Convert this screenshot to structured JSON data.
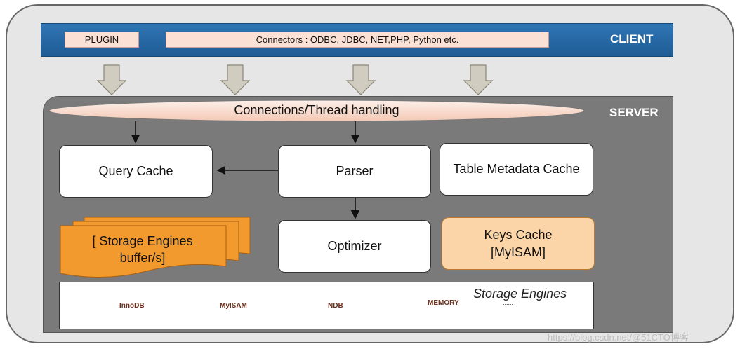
{
  "client": {
    "label": "CLIENT",
    "plugin": "PLUGIN",
    "connectors": "Connectors : ODBC, JDBC, NET,PHP, Python etc."
  },
  "server": {
    "label": "SERVER",
    "connections": "Connections/Thread handling",
    "query_cache": "Query Cache",
    "parser": "Parser",
    "table_metadata_cache": "Table Metadata Cache",
    "storage_buffer": "[ Storage Engines buffer/s]",
    "optimizer": "Optimizer",
    "keys_cache": "Keys Cache [MyISAM]"
  },
  "storage_engines": {
    "title": "Storage Engines",
    "engines": [
      "InnoDB",
      "MyISAM",
      "NDB",
      "MEMORY"
    ],
    "more": "......"
  },
  "watermark": "https://blog.csdn.net/@51CTO博客",
  "colors": {
    "client_bar": "#2f75b5",
    "server_panel": "#7a7a7a",
    "buffer_orange": "#f39a2e",
    "keys_cache": "#fbd5a8",
    "connectors_pill": "#fbe1d5",
    "cylinder": "#9e9e9e"
  }
}
